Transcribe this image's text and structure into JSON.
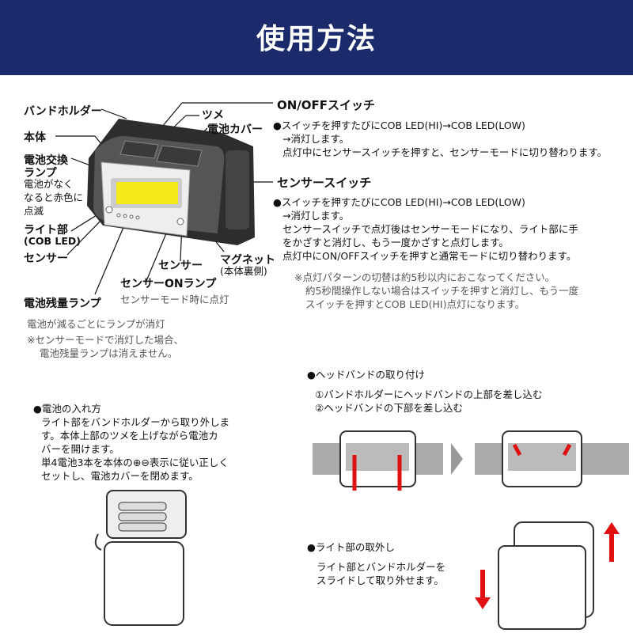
{
  "header": {
    "title": "使用方法"
  },
  "parts": {
    "band_holder": "バンドホルダー",
    "body": "本体",
    "claw": "ツメ",
    "battery_cover": "電池カバー",
    "battery_change_lamp": "電池交換",
    "battery_change_lamp2": "ランプ",
    "battery_change_note": [
      "電池がなく",
      "なると赤色に",
      "点滅"
    ],
    "light": "ライト部",
    "light_sub": "(COB LED)",
    "sensor_left": "センサー",
    "sensor_right": "センサー",
    "magnet": "マグネット",
    "magnet_sub": "(本体裏側)",
    "sensor_on_lamp": "センサーONランプ",
    "sensor_on_note": "センサーモード時に点灯",
    "battery_level_lamp": "電池残量ランプ",
    "battery_level_note": "電池が減るごとにランプが消灯",
    "battery_level_warn": [
      "※センサーモードで消灯した場合、",
      "電池残量ランプは消えません。"
    ]
  },
  "onoff": {
    "title": "ON/OFFスイッチ",
    "lines": [
      "●スイッチを押すたびにCOB LED(HI)→COB LED(LOW)",
      "→消灯します。",
      "点灯中にセンサースイッチを押すと、センサーモードに切り替わります。"
    ]
  },
  "sensor_switch": {
    "title": "センサースイッチ",
    "lines": [
      "●スイッチを押すたびにCOB LED(HI)→COB LED(LOW)",
      "→消灯します。",
      "センサースイッチで点灯後はセンサーモードになり、ライト部に手",
      "をかざすと消灯し、もう一度かざすと点灯します。",
      "点灯中にON/OFFスイッチを押すと通常モードに切り替わります。"
    ],
    "notes": [
      "※点灯パターンの切替は約5秒以内におこなってください。",
      "約5秒間操作しない場合はスイッチを押すと消灯し、もう一度",
      "スイッチを押すとCOB LED(HI)点灯になります。"
    ]
  },
  "battery": {
    "title": "●電池の入れ方",
    "lines": [
      "ライト部をバンドホルダーから取り外しま",
      "す。本体上部のツメを上げながら電池カ",
      "バーを開けます。",
      "単4電池3本を本体の⊕⊖表示に従い正しく",
      "セットし、電池カバーを閉めます。"
    ]
  },
  "headband": {
    "title": "●ヘッドバンドの取り付け",
    "steps": [
      "①バンドホルダーにヘッドバンドの上部を差し込む",
      "②ヘッドバンドの下部を差し込む"
    ]
  },
  "remove": {
    "title": "●ライト部の取外し",
    "lines": [
      "ライト部とバンドホルダーを",
      "スライドして取り外せます。"
    ]
  },
  "colors": {
    "header": "#1b2a6b",
    "arrow": "#e01010",
    "cob": "#f4ea1a"
  }
}
